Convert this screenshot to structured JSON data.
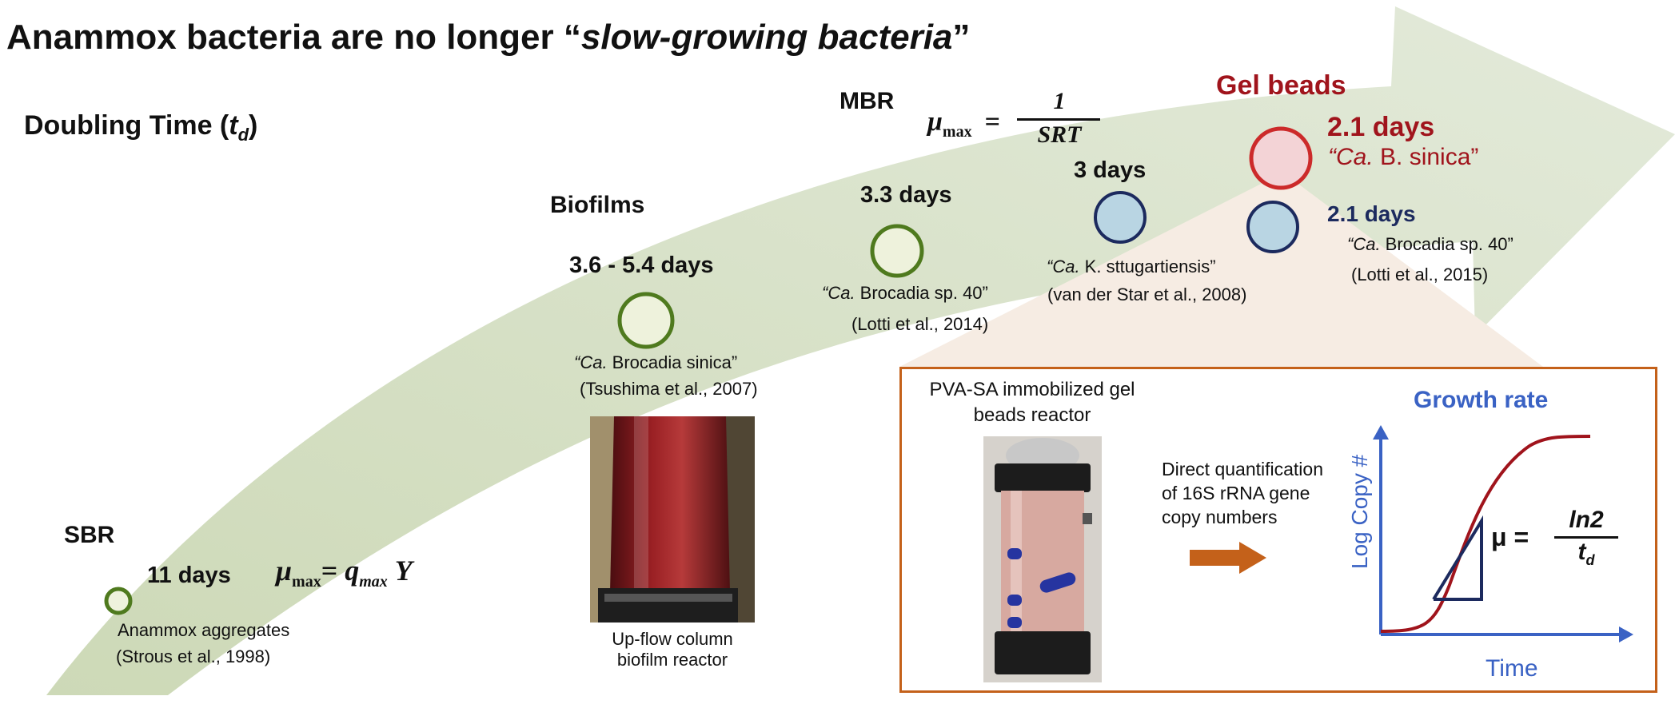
{
  "title": {
    "prefix": "Anammox bacteria are no longer “",
    "italic": "slow-growing bacteria",
    "suffix": "”"
  },
  "doubling_time": {
    "label": "Doubling Time (",
    "sub": "d",
    "close": ")",
    "var": "t"
  },
  "stages": {
    "sbr": {
      "label": "SBR",
      "days": "11 days",
      "caption_line1": "Anammox aggregates",
      "caption_line2": "(Strous et al., 1998)",
      "formula_mu": "μ",
      "formula_mu_sub": "max",
      "formula_eq": "=",
      "formula_q": "q",
      "formula_q_sub": "max",
      "formula_y": "Y"
    },
    "biofilms": {
      "label": "Biofilms",
      "days": "3.6 - 5.4 days",
      "caption_ca": "“Ca.",
      "caption_rest": " Brocadia sinica”",
      "caption_ref": "(Tsushima et al., 2007)",
      "photo_caption_line1": "Up-flow column",
      "photo_caption_line2": "biofilm reactor"
    },
    "mbr": {
      "label": "MBR",
      "formula_mu": "μ",
      "formula_mu_sub": "max",
      "formula_eq": "=",
      "formula_num": "1",
      "formula_den": "SRT",
      "days_a": "3.3 days",
      "caption_a_ca": "“Ca.",
      "caption_a_rest": " Brocadia sp. 40”",
      "caption_a_ref": "(Lotti et al., 2014)",
      "days_b": "3 days",
      "caption_b_ca": "“Ca.",
      "caption_b_rest": " K. sttugartiensis”",
      "caption_b_ref": "(van der Star et al., 2008)"
    },
    "gel_beads": {
      "label": "Gel beads",
      "days_a": "2.1 days",
      "species_a_ca": "“Ca.",
      "species_a_rest": " B. sinica”",
      "days_b": "2.1 days",
      "caption_b_ca": "“Ca.",
      "caption_b_rest": " Brocadia sp. 40”",
      "caption_b_ref": "(Lotti et al., 2015)"
    }
  },
  "inset": {
    "reactor_line1": "PVA-SA immobilized gel",
    "reactor_line2": "beads reactor",
    "method_line1": "Direct quantification",
    "method_line2": "of 16S rRNA gene",
    "method_line3": "copy numbers",
    "chart_title": "Growth rate",
    "y_axis_label": "Log Copy #",
    "x_axis_label": "Time",
    "formula_mu": "μ =",
    "formula_num": "ln2",
    "formula_den_t": "t",
    "formula_den_sub": "d"
  },
  "colors": {
    "arrow_fill": "#d9e3c9",
    "dark_red": "#a0141c",
    "navy": "#1c2a5e",
    "olive": "#4f7a1e",
    "inset_border": "#c4611a",
    "chart_blue": "#3a62c4"
  }
}
